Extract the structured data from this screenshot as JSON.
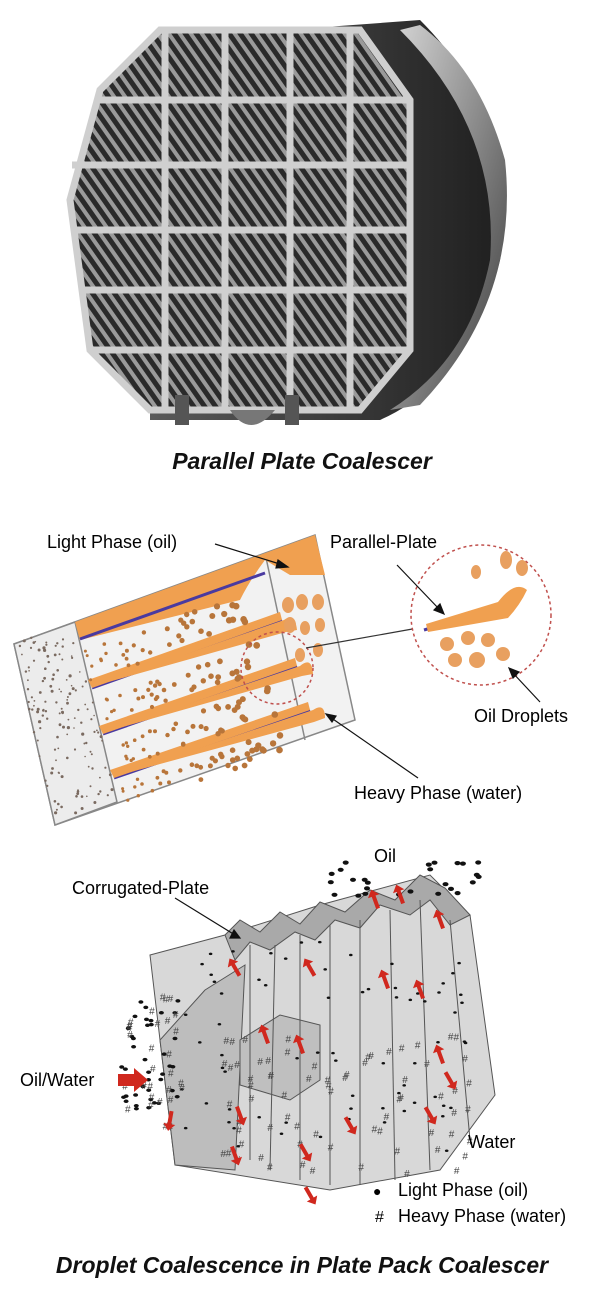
{
  "photo": {
    "caption": "Parallel Plate Coalescer"
  },
  "parallel_plate_diagram": {
    "label_light_phase": "Light Phase (oil)",
    "label_parallel_plate": "Parallel-Plate",
    "label_oil_droplets": "Oil Droplets",
    "label_heavy_phase": "Heavy Phase (water)",
    "colors": {
      "oil": "#f0a050",
      "plate": "#4a3aa0",
      "droplet": "#b8753a",
      "magnifier": "#c0504d"
    }
  },
  "corrugated_plate_diagram": {
    "label_oil": "Oil",
    "label_corrugated_plate": "Corrugated-Plate",
    "label_oil_water": "Oil/Water",
    "label_water": "Water",
    "legend": [
      {
        "symbol": "●",
        "text": "Light Phase (oil)"
      },
      {
        "symbol": "#",
        "text": "Heavy Phase (water)"
      }
    ],
    "colors": {
      "arrow": "#d0281e",
      "plate": "#c8c8c8"
    },
    "caption": "Droplet Coalescence in Plate Pack Coalescer"
  }
}
